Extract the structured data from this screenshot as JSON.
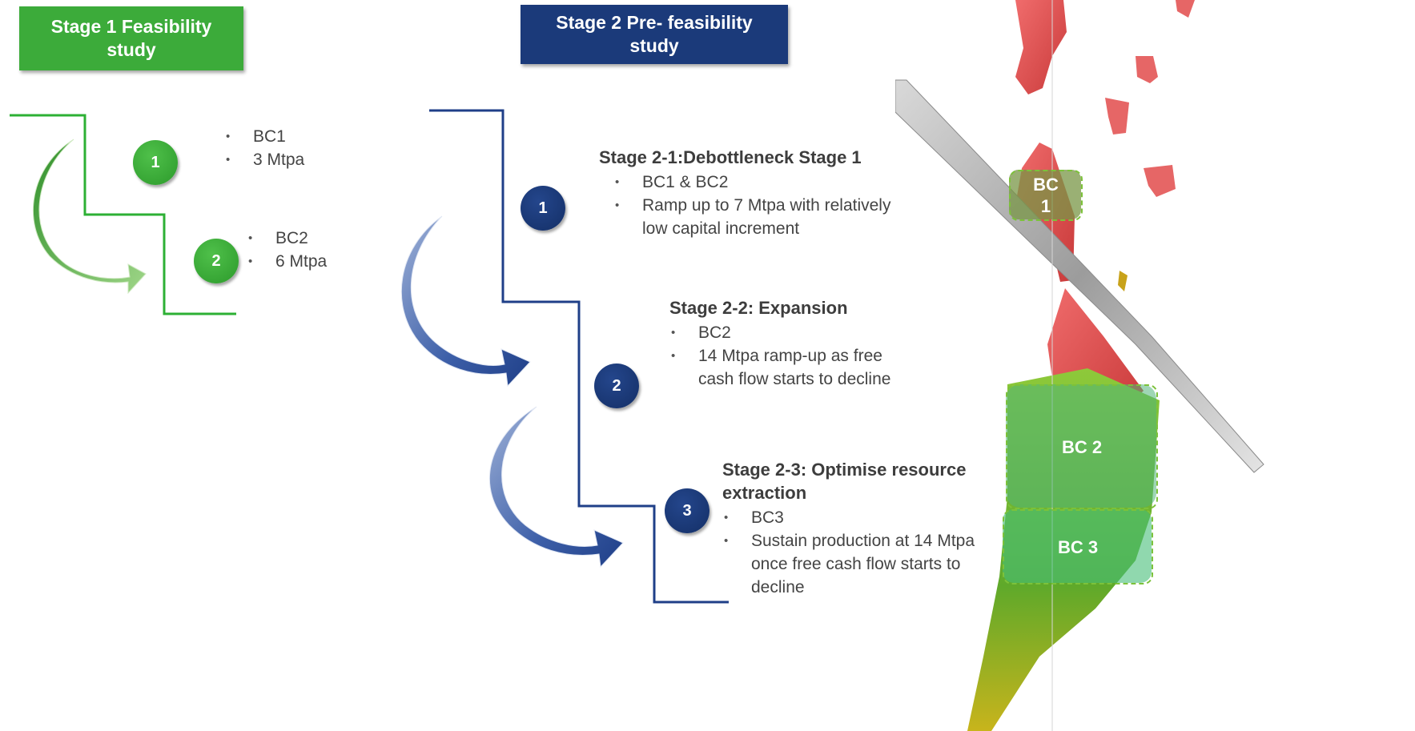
{
  "stage1": {
    "banner": "Stage 1 Feasibility\nstudy",
    "steps": [
      {
        "number": "1",
        "bullets": [
          "BC1",
          "3 Mtpa"
        ]
      },
      {
        "number": "2",
        "bullets": [
          "BC2",
          "6 Mtpa"
        ]
      }
    ],
    "color": "#3cab3a"
  },
  "stage2": {
    "banner": "Stage 2 Pre- feasibility\nstudy",
    "color": "#1b3a7a",
    "steps": [
      {
        "number": "1",
        "title": "Stage 2-1:Debottleneck Stage 1",
        "bullets": [
          "BC1 & BC2",
          "Ramp up to 7 Mtpa with relatively low capital increment"
        ]
      },
      {
        "number": "2",
        "title": "Stage 2-2: Expansion",
        "bullets": [
          "BC2",
          "14 Mtpa ramp-up  as free cash flow starts to decline"
        ]
      },
      {
        "number": "3",
        "title": "Stage 2-3: Optimise resource extraction",
        "bullets": [
          "BC3",
          "Sustain production at 14 Mtpa once free cash flow starts to decline"
        ]
      }
    ]
  },
  "orebody": {
    "labels": [
      "BC\n1",
      "BC 2",
      "BC 3"
    ]
  }
}
